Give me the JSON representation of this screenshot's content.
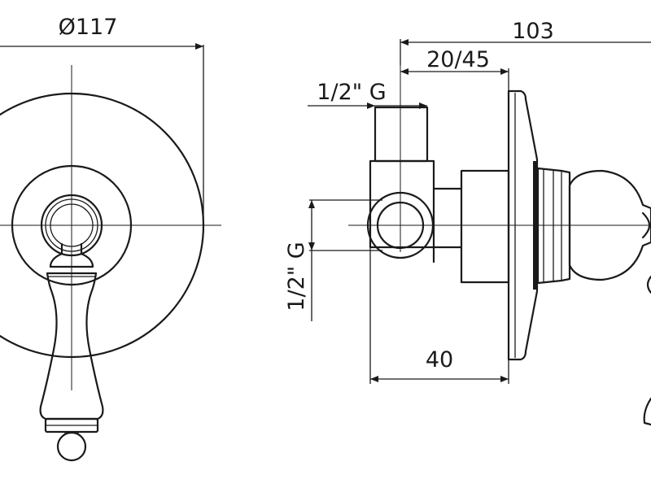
{
  "dimensions": {
    "front_diameter": "Ø117",
    "overall_depth": "103",
    "wall_depth_range": "20/45",
    "top_connection": "1/2\" G",
    "side_connection": "1/2\" G",
    "body_depth": "40"
  }
}
